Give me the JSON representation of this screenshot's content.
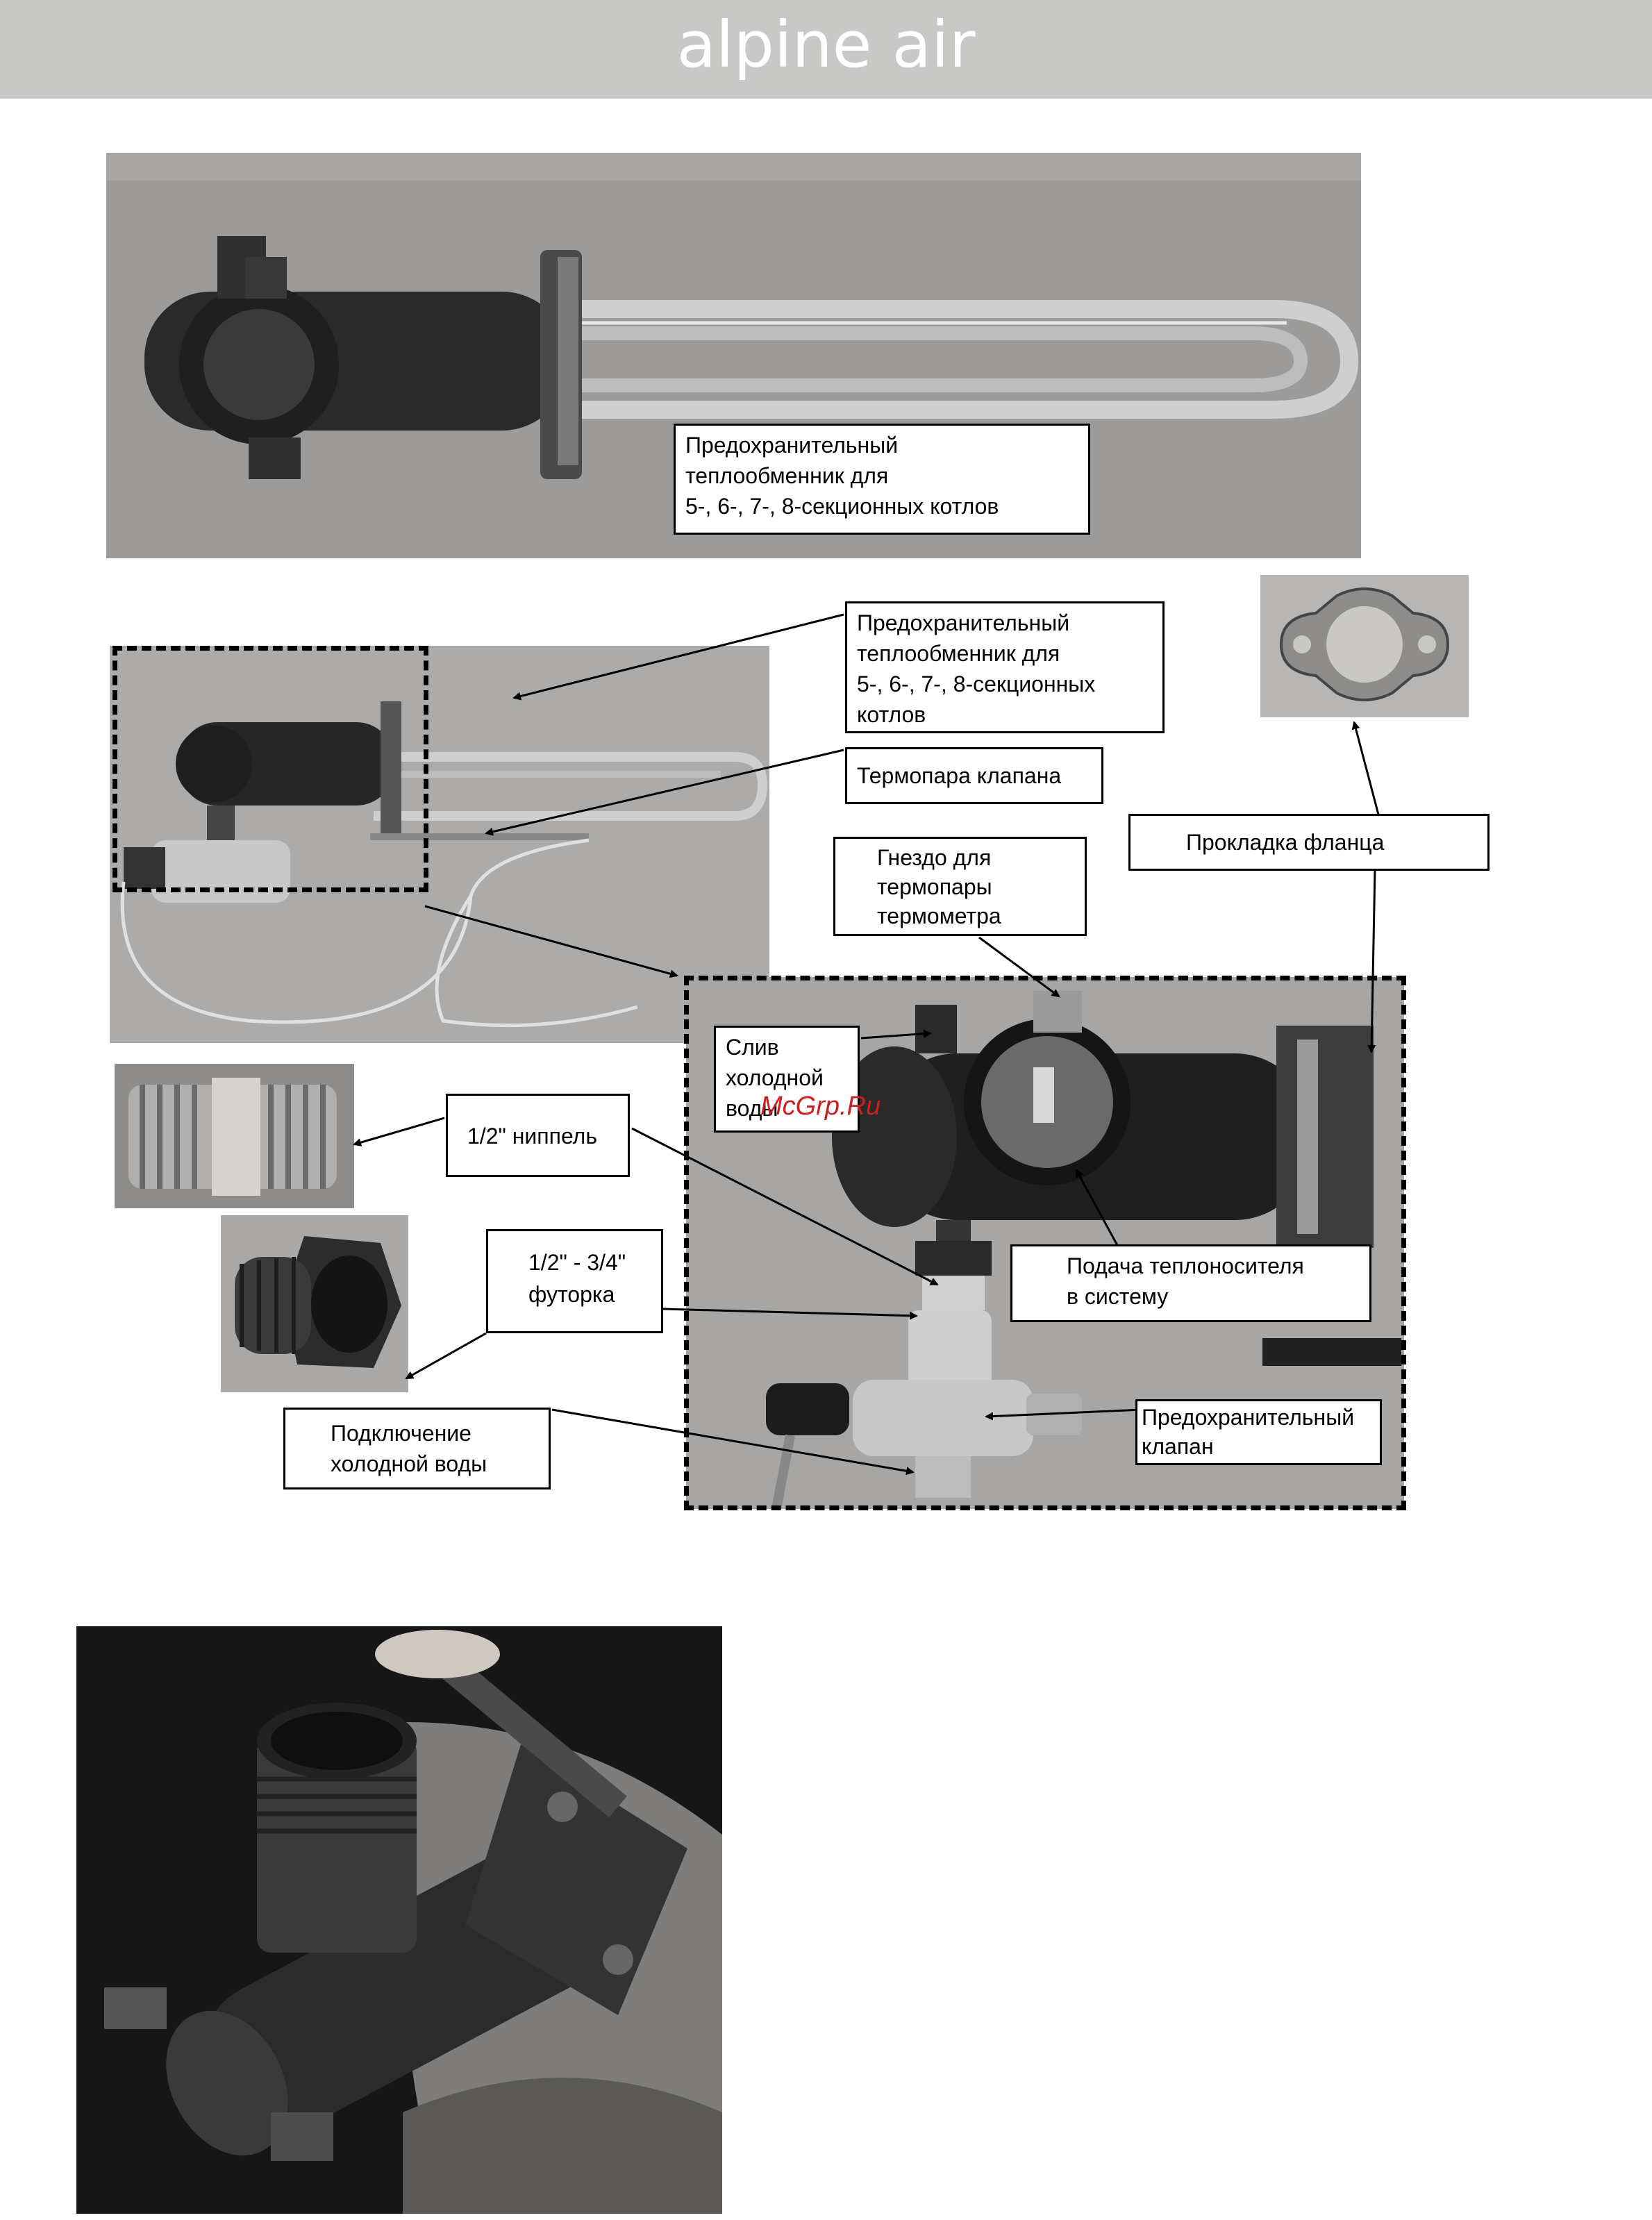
{
  "header": {
    "brand": "alpine air"
  },
  "callouts": {
    "top_heat_exchanger": "Предохранительный\nтеплообменник для\n5-, 6-, 7-, 8-секционных котлов",
    "heat_exchanger": "Предохранительный\nтеплообменник для\n5-, 6-, 7-, 8-секционных\nкотлов",
    "valve_thermocouple": "Термопара клапана",
    "flange_gasket": "Прокладка фланца",
    "thermometer_socket": "Гнездо для\nтермопары\nтермометра",
    "cold_water_drain": "Слив\nхолодной\nводы",
    "nipple": "1/2\" ниппель",
    "bushing": "1/2\" - 3/4\"\nфуторка",
    "coolant_supply": "Подача теплоносителя\nв систему",
    "cold_water_connection": "Подключение\nхолодной воды",
    "safety_valve": "Предохранительный\nклапан"
  },
  "watermark": "McGrp.Ru"
}
